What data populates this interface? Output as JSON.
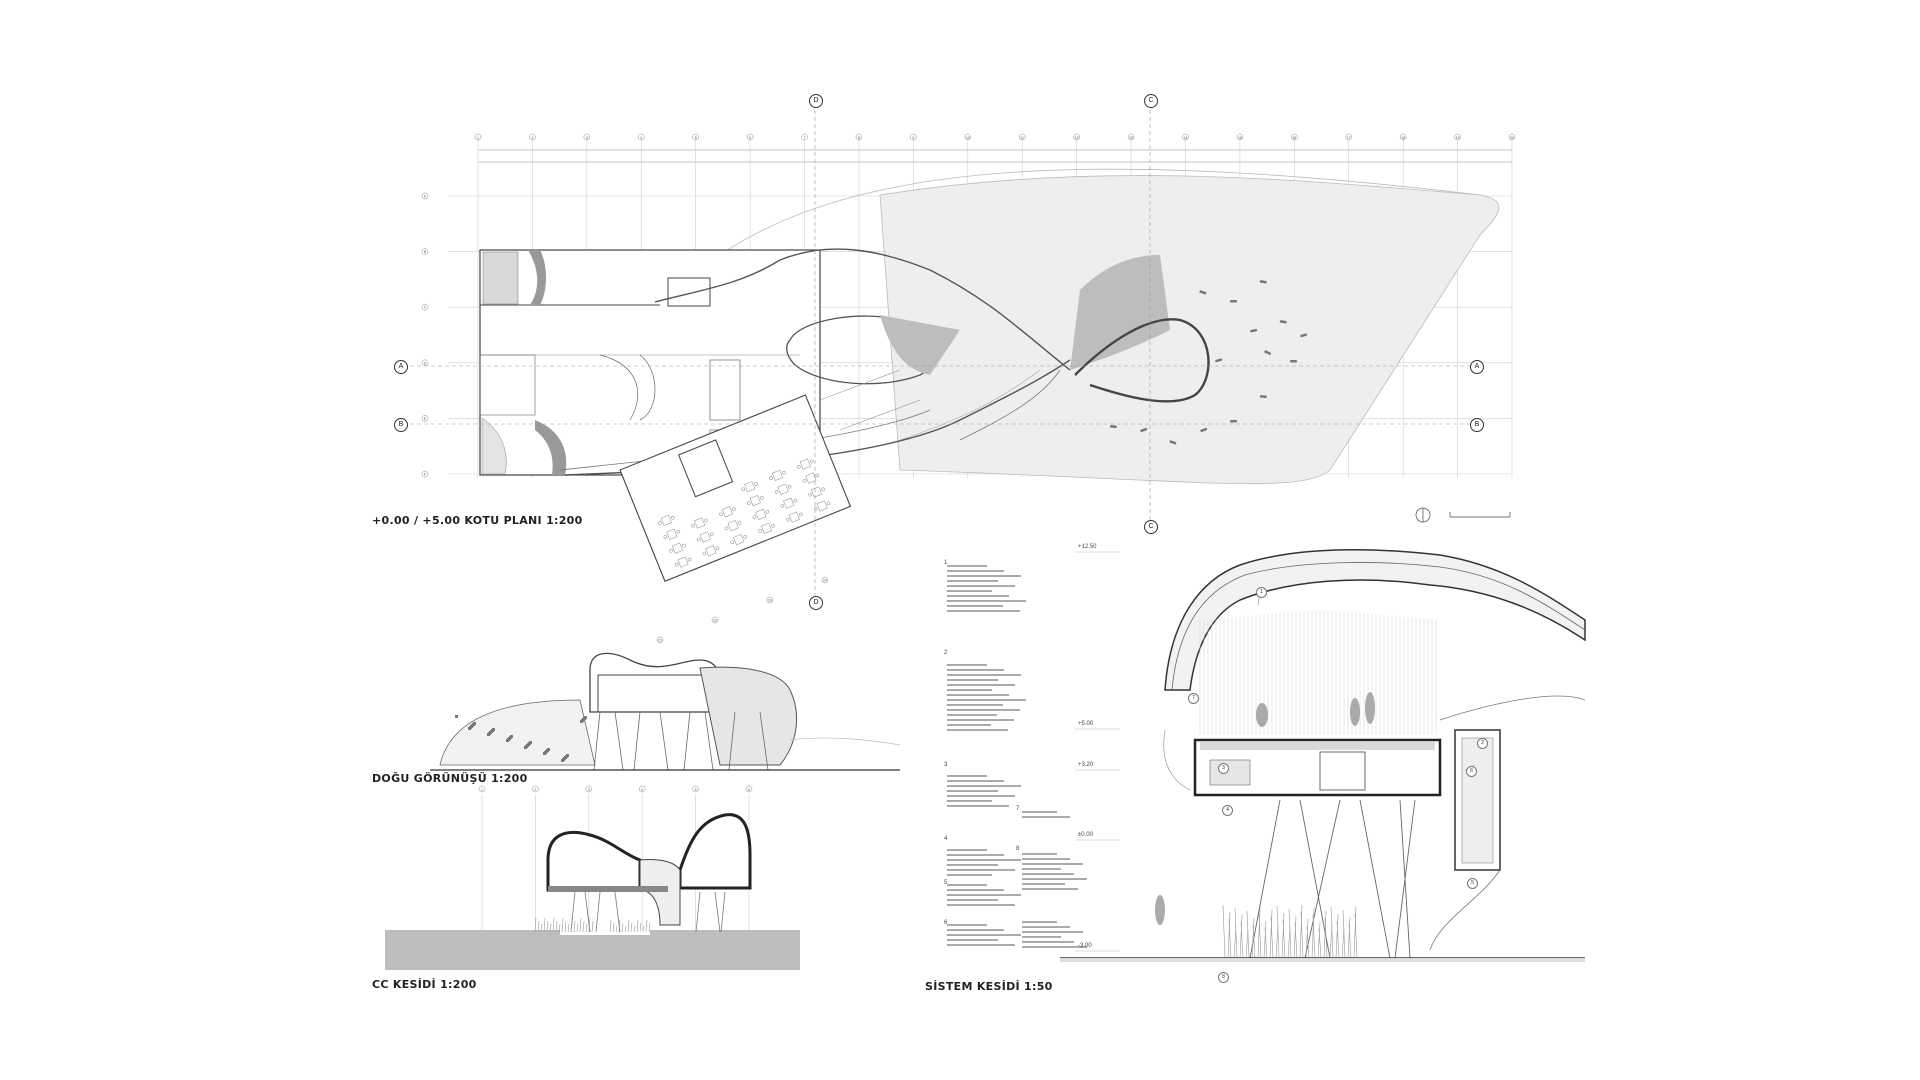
{
  "titles": {
    "plan": "+0.00 / +5.00  KOTU PLANI 1:200",
    "east_elevation": "DOĞU GÖRÜNÜŞÜ 1:200",
    "cc_section": "CC KESİDİ 1:200",
    "system_section": "SİSTEM KESİDİ 1:50"
  },
  "section_markers": {
    "top": [
      "D",
      "C"
    ],
    "side": [
      "A",
      "B"
    ],
    "bottom": [
      "C",
      "D"
    ]
  },
  "grid": {
    "columns": [
      "1",
      "2",
      "3",
      "4",
      "5",
      "6",
      "7",
      "8",
      "9",
      "10",
      "11",
      "12",
      "13",
      "14",
      "15",
      "16",
      "17",
      "18",
      "19",
      "20"
    ],
    "rows": [
      "A",
      "B",
      "C",
      "D",
      "E",
      "F"
    ],
    "angled": [
      "21",
      "22",
      "23",
      "24"
    ]
  },
  "cc_grid": [
    "1",
    "2",
    "3",
    "4",
    "5",
    "6"
  ],
  "levels": [
    "+12.50",
    "+5.00",
    "+3.20",
    "±0.00",
    "-3.00"
  ],
  "detail_numbers": [
    "1",
    "2",
    "3",
    "4",
    "5",
    "6",
    "7",
    "8"
  ],
  "callouts": [
    "1",
    "2",
    "3",
    "4",
    "5",
    "6",
    "7",
    "8"
  ],
  "colors": {
    "paper": "#ffffff",
    "line": "#333333",
    "fill_light": "#ececec",
    "fill_mid": "#c9c9c9",
    "ground": "#bdbdbd"
  }
}
